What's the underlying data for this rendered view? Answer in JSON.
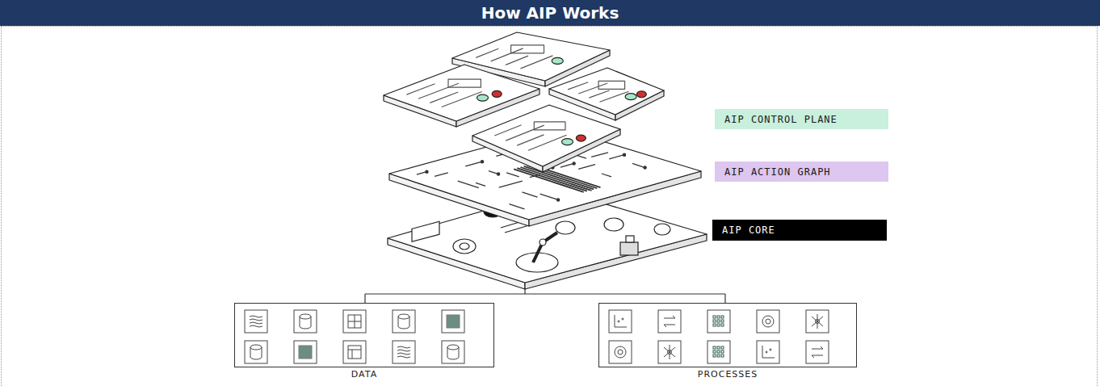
{
  "diagram": {
    "title": "How AIP Works",
    "nodes": [
      {
        "text": [
          "AIP CONTROL PLANE"
        ]
      },
      {
        "text": [
          "AIP ACTION GRAPH"
        ]
      },
      {
        "text": [
          "AIP CORE"
        ]
      },
      {
        "text": [
          "DATA"
        ]
      },
      {
        "text": [
          "PROCESSES"
        ]
      }
    ]
  }
}
